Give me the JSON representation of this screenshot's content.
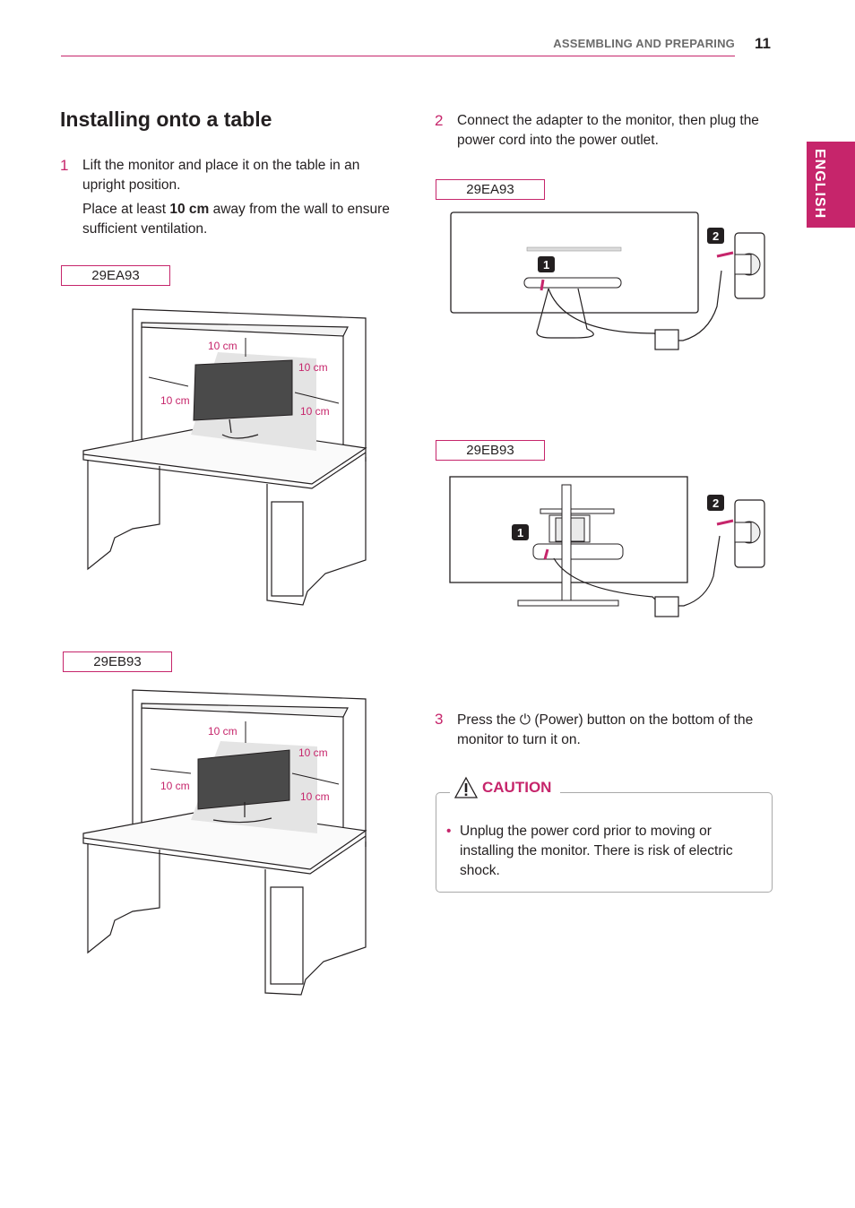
{
  "header": {
    "section": "ASSEMBLING AND PREPARING",
    "page_number": "11"
  },
  "language_tab": "ENGLISH",
  "title": "Installing onto a table",
  "step1": {
    "number": "1",
    "text": "Lift the monitor and place it on the table in an upright position.",
    "note_prefix": "Place at least ",
    "note_bold": "10 cm",
    "note_suffix": " away from the wall to ensure sufficient ventilation."
  },
  "step2": {
    "number": "2",
    "text": "Connect the adapter to the monitor, then plug the power cord into the power outlet."
  },
  "step3": {
    "number": "3",
    "text_before": "Press the ",
    "power_glyph": "⏻",
    "text_after": " (Power) button on the bottom of the monitor to turn it on."
  },
  "models": {
    "a": "29EA93",
    "b": "29EB93"
  },
  "clearance_label": "10 cm",
  "callouts": {
    "one": "1",
    "two": "2"
  },
  "caution": {
    "label": "CAUTION",
    "bullet_marker": "•",
    "text": "Unplug the power cord prior to moving or installing the monitor. There is risk of electric shock."
  },
  "colors": {
    "accent": "#c6256b",
    "text": "#231f20",
    "gray": "#6b6b6b"
  }
}
